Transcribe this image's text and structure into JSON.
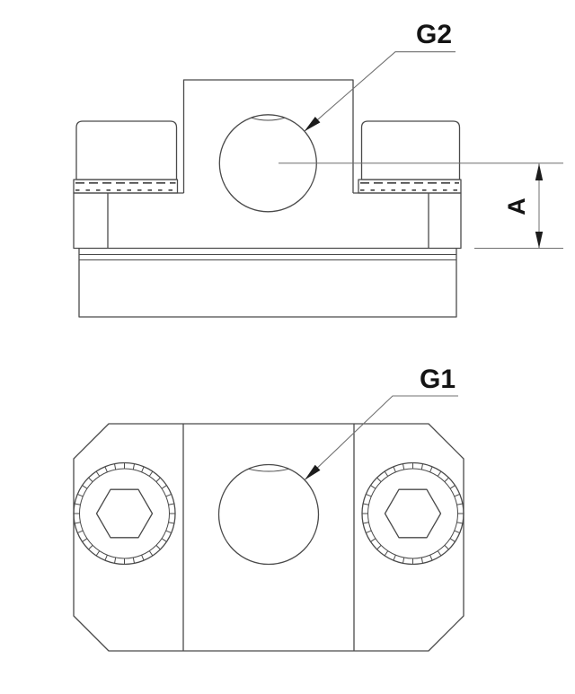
{
  "drawing": {
    "front_view": {
      "port_label": "G2",
      "dimension_label": "A"
    },
    "top_view": {
      "port_label": "G1"
    },
    "colors": {
      "background": "#ffffff",
      "object_lines": "#4a4a4a",
      "dimension_lines": "#6f6f6f",
      "text": "#141414"
    }
  }
}
